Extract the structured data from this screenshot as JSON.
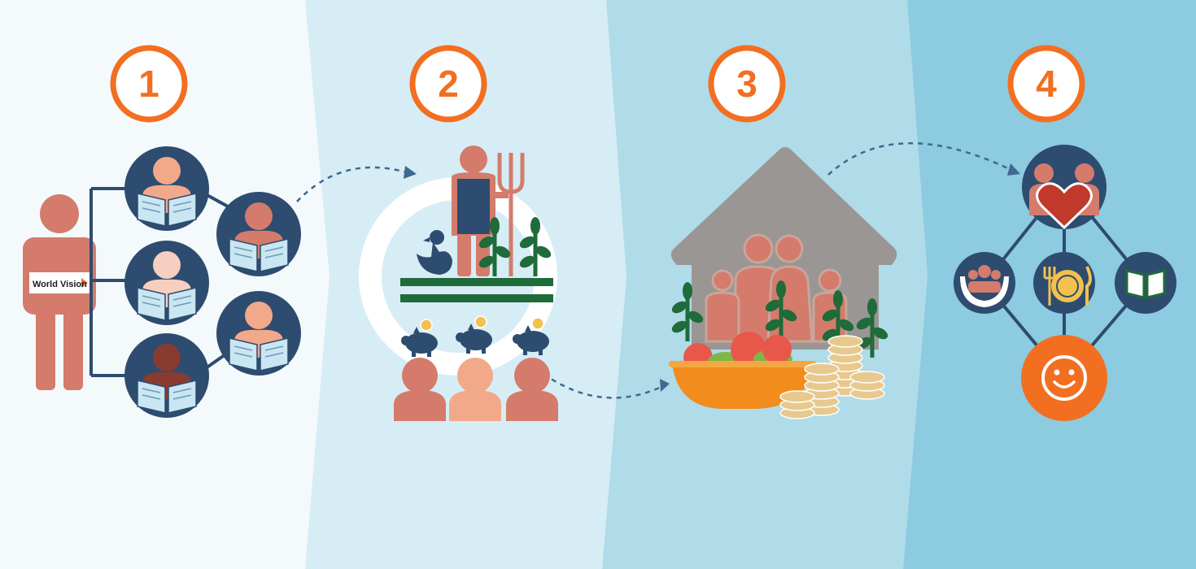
{
  "colors": {
    "panel_1": "#f4f9fc",
    "panel_2": "#d6edf5",
    "panel_3": "#b0dbe9",
    "panel_4": "#8ccbe0",
    "step_ring": "#f26f21",
    "person": "#d47b6c",
    "navy": "#2d4c6f",
    "book": "#c9e6f2",
    "green": "#1f6b3a",
    "house": "#9a9694",
    "bowl": "#f28c1c",
    "coin": "#e8c98d",
    "heart": "#c0392b"
  },
  "steps": [
    {
      "number": "1",
      "icons": [
        "staff-member-icon",
        "reading-children-icon"
      ]
    },
    {
      "number": "2",
      "icons": [
        "farmer-icon",
        "duck-icon",
        "crops-icon",
        "piggy-bank-icon",
        "savings-group-icon"
      ]
    },
    {
      "number": "3",
      "icons": [
        "house-icon",
        "family-icon",
        "food-bowl-icon",
        "coins-icon"
      ]
    },
    {
      "number": "4",
      "icons": [
        "love-family-icon",
        "protection-icon",
        "nutrition-icon",
        "education-icon",
        "smile-icon"
      ]
    }
  ],
  "logo": {
    "text": "World Vision"
  }
}
